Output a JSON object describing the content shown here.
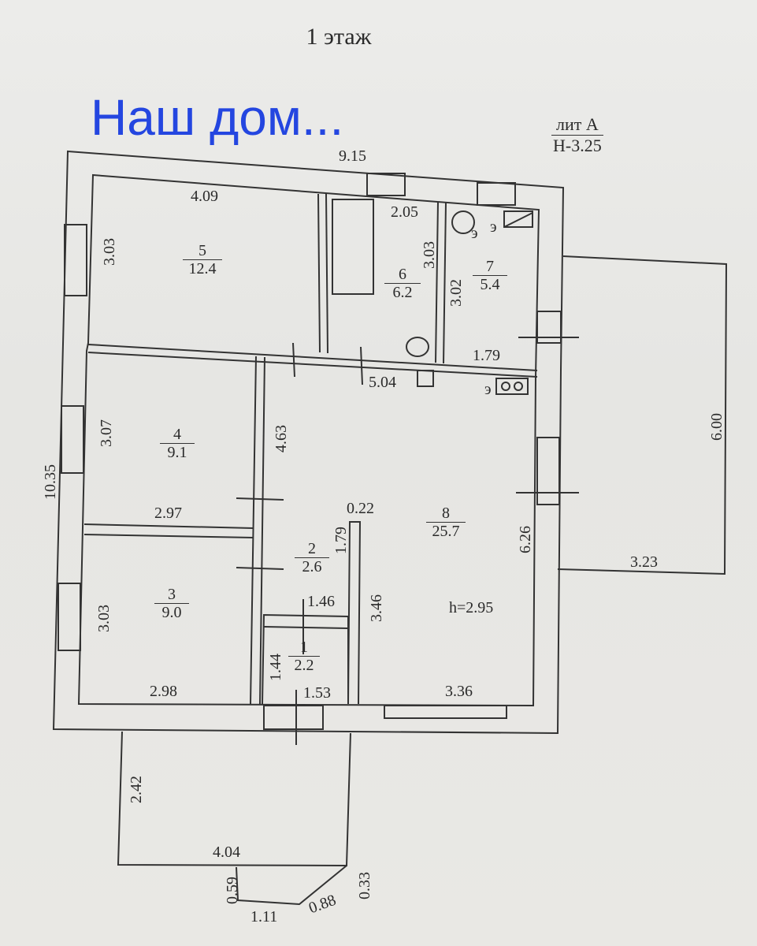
{
  "page_title": "1 этаж",
  "caption": "Наш дом...",
  "litera": {
    "line1": "лит А",
    "line2": "Н-3.25"
  },
  "ceiling_height": "h=2.95",
  "electric_mark": "э",
  "rooms": [
    {
      "num": "5",
      "area": "12.4"
    },
    {
      "num": "6",
      "area": "6.2"
    },
    {
      "num": "7",
      "area": "5.4"
    },
    {
      "num": "4",
      "area": "9.1"
    },
    {
      "num": "8",
      "area": "25.7"
    },
    {
      "num": "2",
      "area": "2.6"
    },
    {
      "num": "3",
      "area": "9.0"
    },
    {
      "num": "1",
      "area": "2.2"
    }
  ],
  "dimensions": {
    "top_total": "9.15",
    "room5_w": "4.09",
    "room5_h": "3.03",
    "room6_w": "2.05",
    "room6_h": "3.03",
    "room7_h": "3.02",
    "room7_w": "1.79",
    "hall_w": "5.04",
    "room4_h": "3.07",
    "corr_h": "4.63",
    "total_h": "10.35",
    "room4_w": "2.97",
    "wall_t": "0.22",
    "room2_h": "1.79",
    "room8_h": "6.26",
    "room3_h": "3.03",
    "room2_w": "1.46",
    "room8_wall": "3.46",
    "room1_h": "1.44",
    "room3_w": "2.98",
    "room1_w": "1.53",
    "room8_w": "3.36",
    "annex_right_h": "6.00",
    "annex_right_w": "3.23",
    "porch_h": "2.42",
    "porch_w": "4.04",
    "porch_a": "0.59",
    "porch_b": "1.11",
    "porch_c": "0.88",
    "porch_d": "0.33"
  }
}
